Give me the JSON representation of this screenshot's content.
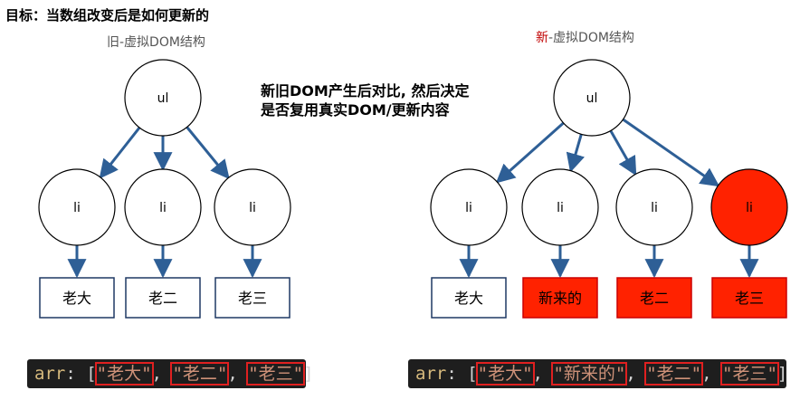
{
  "title": "目标：当数组改变后是如何更新的",
  "old_tree": {
    "caption": "旧-虚拟DOM结构",
    "root": "ul",
    "children": [
      {
        "node": "li",
        "text": "老大"
      },
      {
        "node": "li",
        "text": "老二"
      },
      {
        "node": "li",
        "text": "老三"
      }
    ],
    "code": {
      "var": "arr",
      "items": [
        "\"老大\"",
        "\"老二\"",
        "\"老三\""
      ]
    }
  },
  "new_tree": {
    "caption_accent": "新",
    "caption_rest": "-虚拟DOM结构",
    "root": "ul",
    "children": [
      {
        "node": "li",
        "text": "老大",
        "highlight": false
      },
      {
        "node": "li",
        "text": "新来的",
        "highlight": true
      },
      {
        "node": "li",
        "text": "老二",
        "highlight": true
      },
      {
        "node": "li",
        "text": "老三",
        "highlight": true
      }
    ],
    "code": {
      "var": "arr",
      "items": [
        "\"老大\"",
        "\"新来的\"",
        "\"老二\"",
        "\"老三\""
      ]
    }
  },
  "note": {
    "line1": "新旧DOM产生后对比, 然后决定",
    "line2": "是否复用真实DOM/更新内容"
  },
  "colors": {
    "edge": "#2e5f96",
    "highlight_fill": "#ff2200",
    "highlight_stroke": "#cc0000",
    "box_stroke": "#1f3864"
  }
}
